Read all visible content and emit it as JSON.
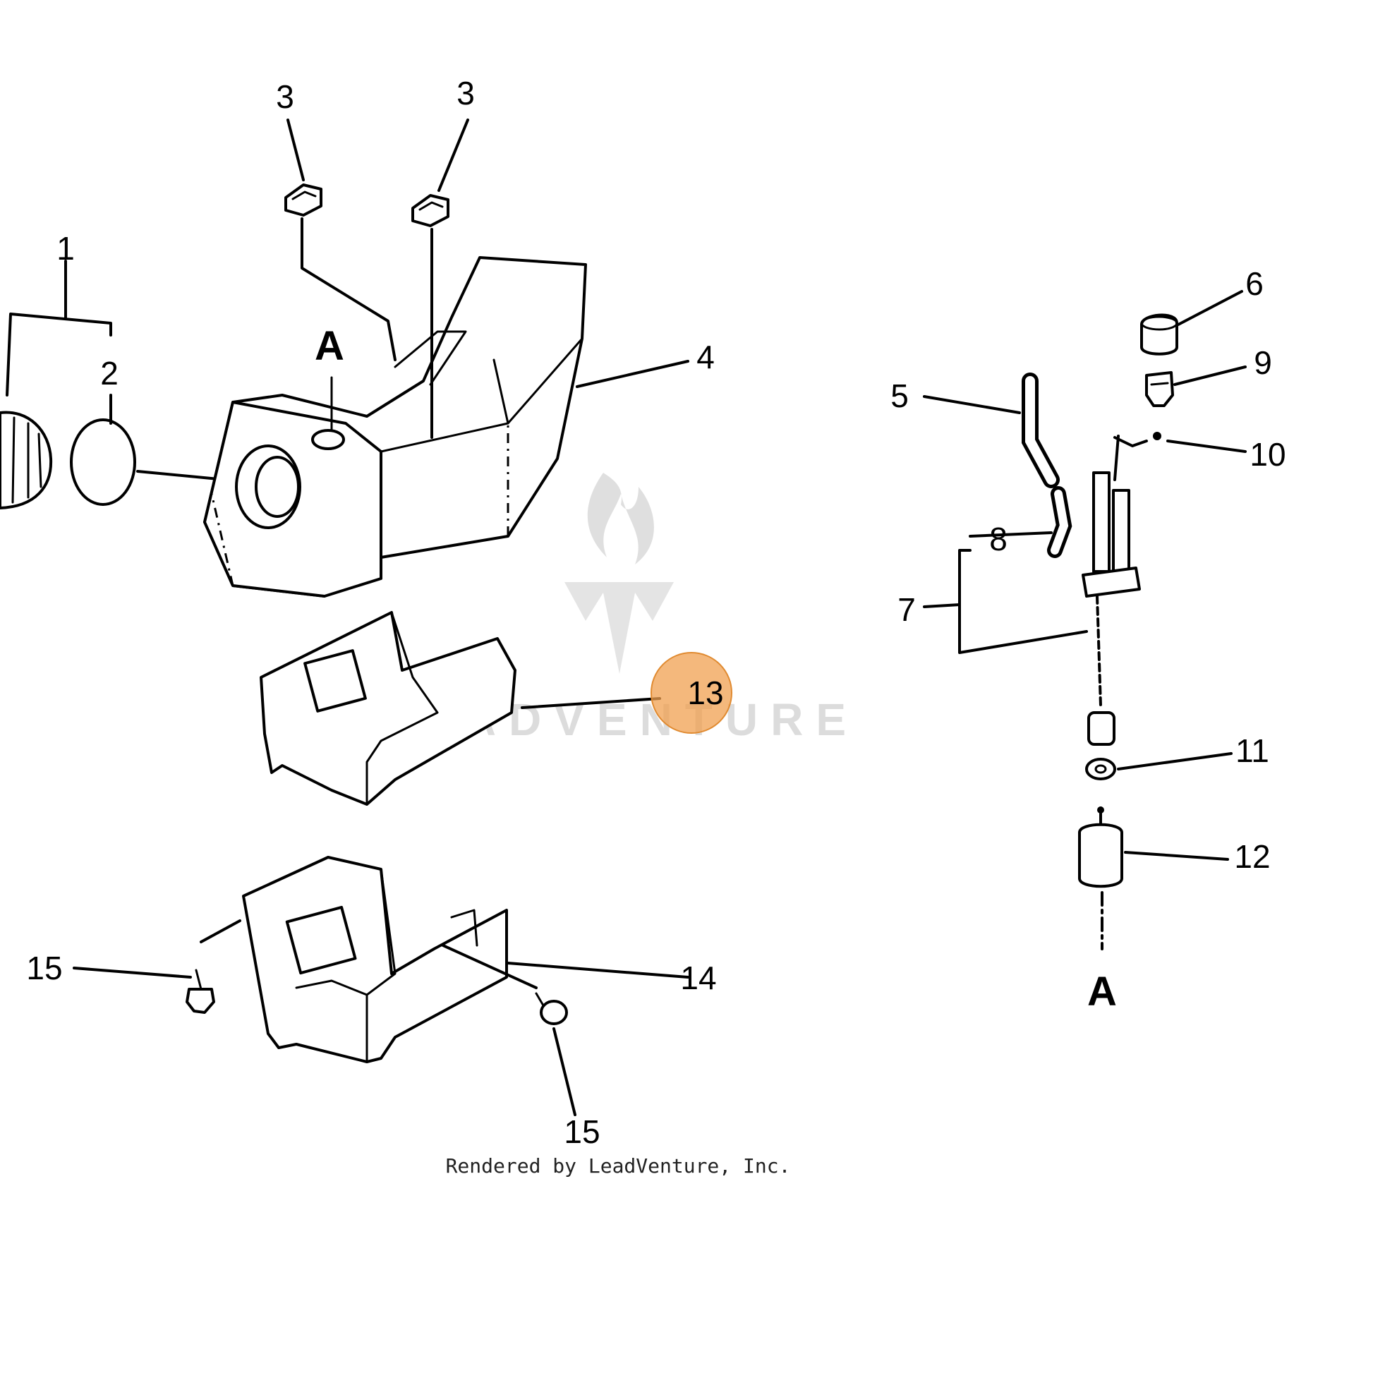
{
  "callouts": [
    {
      "id": "1",
      "label": "1"
    },
    {
      "id": "2",
      "label": "2"
    },
    {
      "id": "3a",
      "label": "3"
    },
    {
      "id": "3b",
      "label": "3"
    },
    {
      "id": "4",
      "label": "4"
    },
    {
      "id": "5",
      "label": "5"
    },
    {
      "id": "6",
      "label": "6"
    },
    {
      "id": "7",
      "label": "7"
    },
    {
      "id": "8",
      "label": "8"
    },
    {
      "id": "9",
      "label": "9"
    },
    {
      "id": "10",
      "label": "10"
    },
    {
      "id": "11",
      "label": "11"
    },
    {
      "id": "12",
      "label": "12"
    },
    {
      "id": "13",
      "label": "13",
      "highlighted": true
    },
    {
      "id": "14",
      "label": "14"
    },
    {
      "id": "15a",
      "label": "15"
    },
    {
      "id": "15b",
      "label": "15"
    }
  ],
  "connectors": {
    "tank_port": "A",
    "filter_port": "A"
  },
  "highlight_color": "#f0a050",
  "watermark": {
    "text": "LEADVENTURE"
  },
  "credit": "Rendered by LeadVenture, Inc."
}
